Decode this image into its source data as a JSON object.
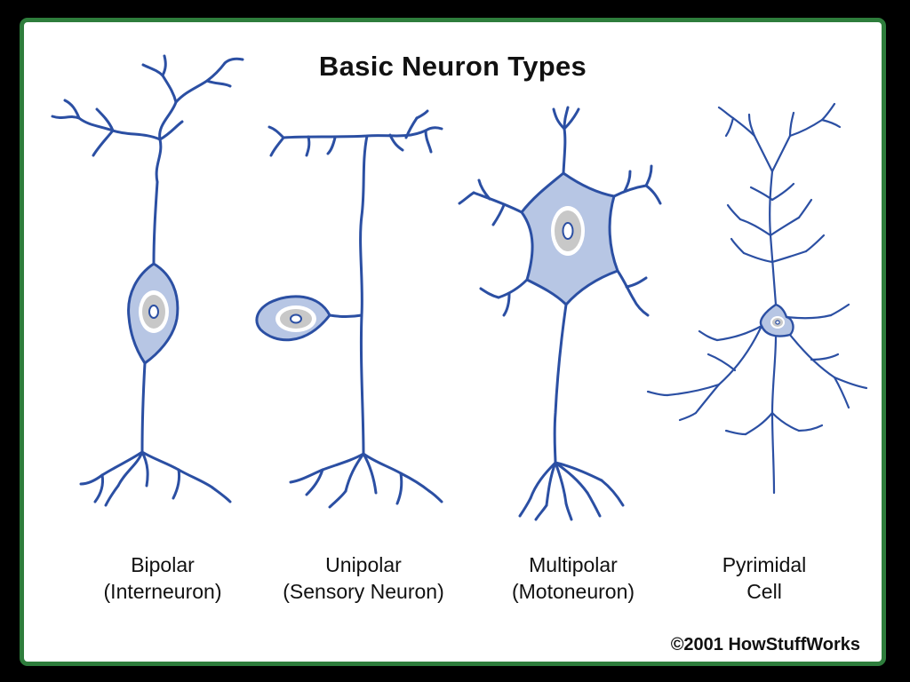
{
  "title": "Basic Neuron Types",
  "neurons": [
    {
      "line1": "Bipolar",
      "line2": "(Interneuron)"
    },
    {
      "line1": "Unipolar",
      "line2": "(Sensory Neuron)"
    },
    {
      "line1": "Multipolar",
      "line2": "(Motoneuron)"
    },
    {
      "line1": "Pyrimidal",
      "line2": "Cell"
    }
  ],
  "credit": "©2001 HowStuffWorks",
  "colors": {
    "frame": "#2e7d3c",
    "neuron_stroke": "#2b4fa3",
    "cell_fill": "#b7c6e4",
    "nucleus": "#c8c8c8"
  }
}
